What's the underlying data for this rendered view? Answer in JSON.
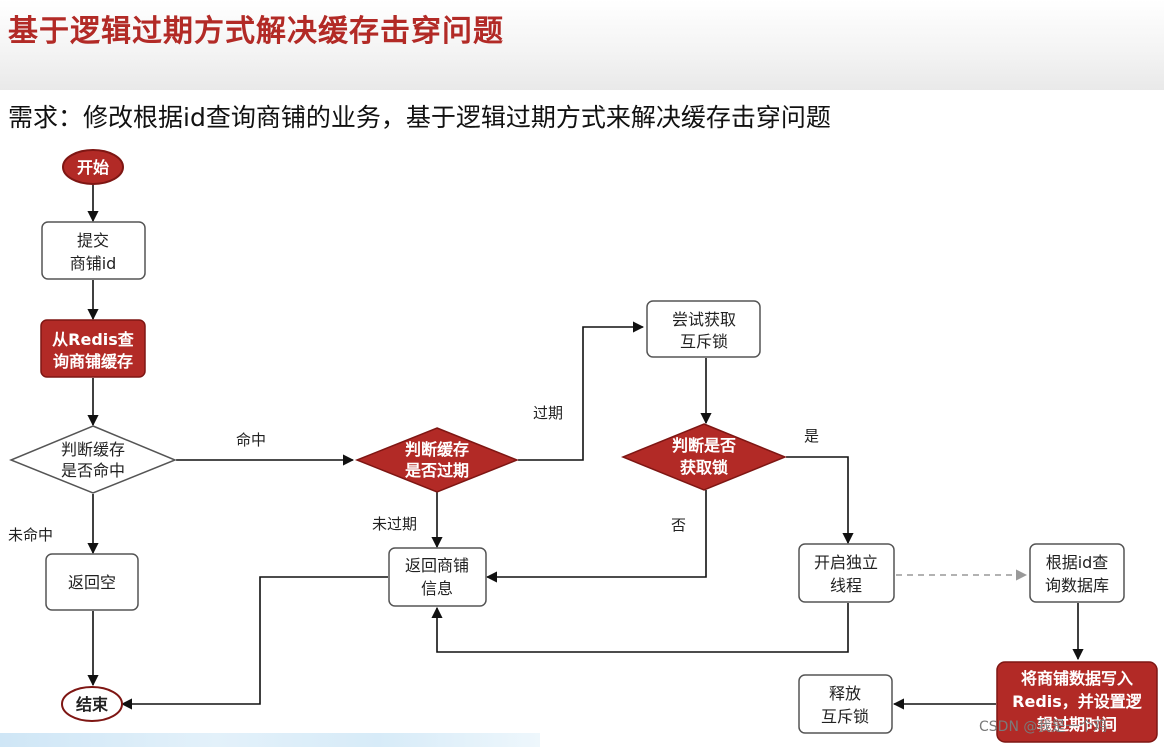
{
  "title": "基于逻辑过期方式解决缓存击穿问题",
  "requirement": "需求：修改根据id查询商铺的业务，基于逻辑过期方式来解决缓存击穿问题",
  "colors": {
    "accent": "#b22a26",
    "dark_red": "#7e1613",
    "node_border": "#555555"
  },
  "nodes": {
    "start": [
      "开始"
    ],
    "submit": [
      "提交",
      "商铺id"
    ],
    "query_redis": [
      "从Redis查",
      "询商铺缓存"
    ],
    "hit_check": [
      "判断缓存",
      "是否命中"
    ],
    "expired_check": [
      "判断缓存",
      "是否过期"
    ],
    "try_lock": [
      "尝试获取",
      "互斥锁"
    ],
    "lock_check": [
      "判断是否",
      "获取锁"
    ],
    "return_empty": [
      "返回空"
    ],
    "return_info": [
      "返回商铺",
      "信息"
    ],
    "new_thread": [
      "开启独立",
      "线程"
    ],
    "query_db": [
      "根据id查",
      "询数据库"
    ],
    "write_redis": [
      "将商铺数据写入",
      "Redis，并设置逻",
      "辑过期时间"
    ],
    "release_lock": [
      "释放",
      "互斥锁"
    ],
    "end": [
      "结束"
    ]
  },
  "edge_labels": {
    "hit": "命中",
    "miss": "未命中",
    "expired": "过期",
    "not_expired": "未过期",
    "yes": "是",
    "no": "否"
  },
  "watermark": "CSDN @我是一个鸡"
}
